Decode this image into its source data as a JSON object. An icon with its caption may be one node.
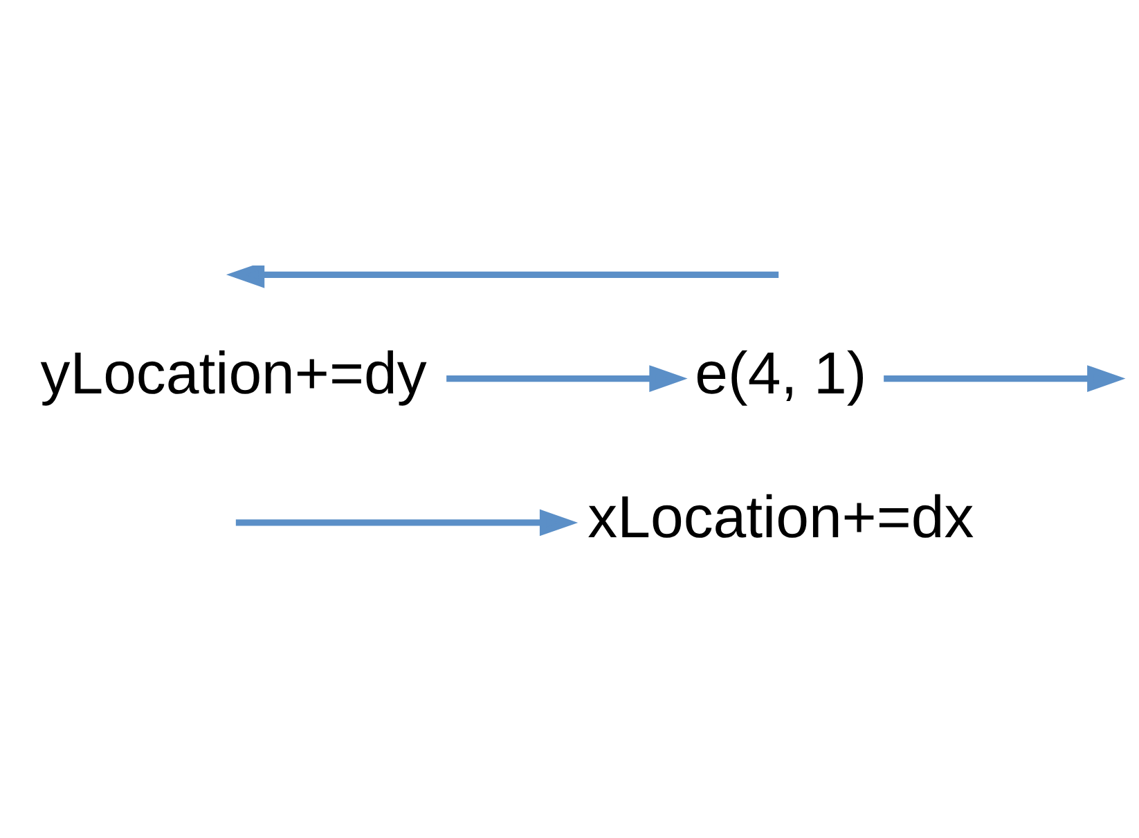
{
  "diagram": {
    "nodes": [
      {
        "text": [
          "xLocation+=dx"
        ]
      },
      {
        "text": [
          "yLocation+=dy"
        ]
      },
      {
        "text": [
          "e(4, 1)"
        ]
      }
    ],
    "edges": [
      {
        "from": null,
        "to": 0,
        "arrow": "to"
      },
      {
        "from": 1,
        "to": 2,
        "arrow": "to"
      },
      {
        "from": 2,
        "to": null,
        "arrow": "to"
      }
    ]
  }
}
